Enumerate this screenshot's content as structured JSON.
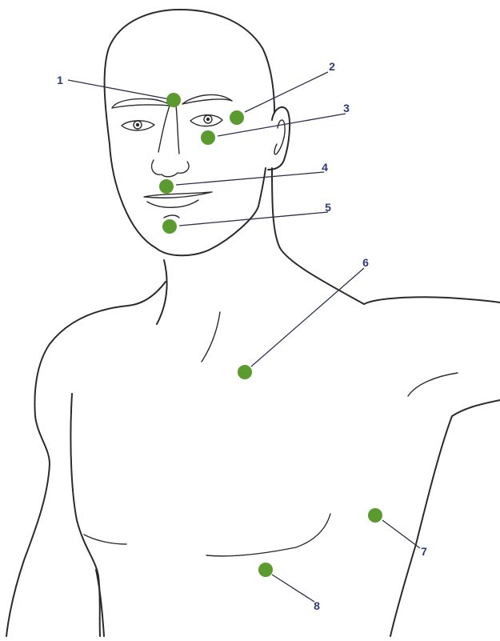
{
  "points": [
    {
      "id": "1",
      "label": "1"
    },
    {
      "id": "2",
      "label": "2"
    },
    {
      "id": "3",
      "label": "3"
    },
    {
      "id": "4",
      "label": "4"
    },
    {
      "id": "5",
      "label": "5"
    },
    {
      "id": "6",
      "label": "6"
    },
    {
      "id": "7",
      "label": "7"
    },
    {
      "id": "8",
      "label": "8"
    }
  ],
  "colors": {
    "point": "#5a9a2e",
    "label": "#2e3a78",
    "line": "#2b2b2b"
  }
}
